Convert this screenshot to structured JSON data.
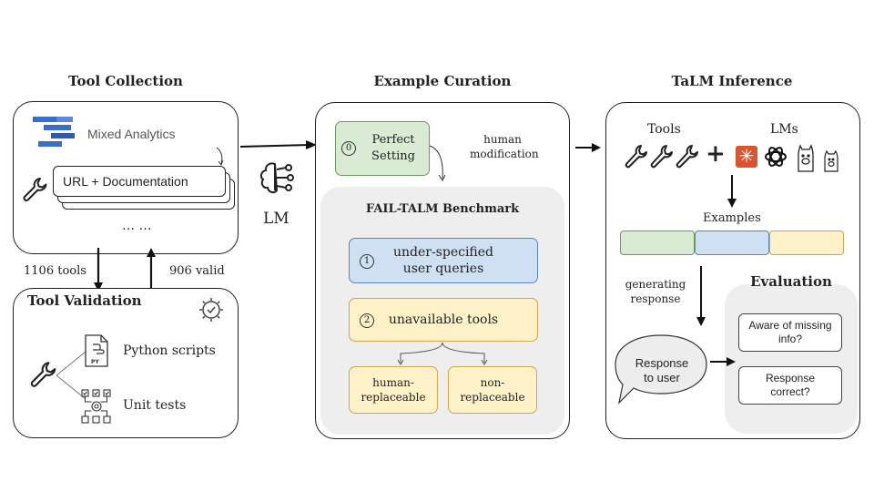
{
  "tool_collection": {
    "title": "Tool Collection",
    "brand": "Mixed Analytics",
    "doc_card": "URL + Documentation",
    "ellipsis": "… …",
    "count_label": "1106 tools",
    "valid_label": "906 valid"
  },
  "tool_validation": {
    "title": "Tool Validation",
    "python_label": "Python scripts",
    "unit_label": "Unit tests"
  },
  "lm_label": "LM",
  "example_curation": {
    "title": "Example Curation",
    "perfect_num": "0",
    "perfect_label": "Perfect Setting",
    "human_mod": "human modification",
    "benchmark_title": "FAIL-TALM Benchmark",
    "item1_num": "1",
    "item1_label": "under-specified user queries",
    "item2_num": "2",
    "item2_label": "unavailable tools",
    "sub_a": "human-replaceable",
    "sub_b": "non-replaceable"
  },
  "talm_inference": {
    "title": "TaLM Inference",
    "tools_label": "Tools",
    "lms_label": "LMs",
    "plus": "+",
    "examples_label": "Examples",
    "generating": "generating response",
    "response": "Response to user",
    "evaluation_title": "Evaluation",
    "eval1": "Aware of missing info?",
    "eval2": "Response correct?"
  },
  "colors": {
    "green": "#d9ecd3",
    "green_border": "#6a9a5e",
    "blue": "#cfe0f3",
    "blue_border": "#5b87b8",
    "yellow": "#fff2c8",
    "yellow_border": "#c9a94a",
    "brand_blue": "#3a6fc7"
  }
}
